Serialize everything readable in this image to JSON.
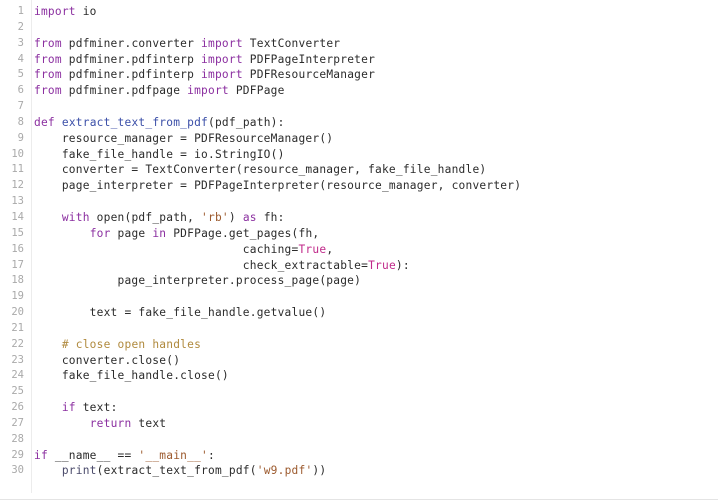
{
  "editor": {
    "language": "python",
    "total_lines": 30,
    "background": "#ffffff",
    "gutter_color": "#a9a9a9",
    "colors": {
      "keyword": "#8b2fa0",
      "function": "#3b4fa8",
      "builtin": "#4a4a6a",
      "string": "#9c5a2e",
      "comment": "#b08a3e",
      "constant": "#c02a8a",
      "plain": "#2b2b2b"
    }
  },
  "lines": [
    {
      "n": "1",
      "tokens": [
        {
          "t": "import",
          "c": "k"
        },
        {
          "t": " io",
          "c": "p"
        }
      ]
    },
    {
      "n": "2",
      "tokens": []
    },
    {
      "n": "3",
      "tokens": [
        {
          "t": "from",
          "c": "k"
        },
        {
          "t": " pdfminer.converter ",
          "c": "p"
        },
        {
          "t": "import",
          "c": "k"
        },
        {
          "t": " TextConverter",
          "c": "p"
        }
      ]
    },
    {
      "n": "4",
      "tokens": [
        {
          "t": "from",
          "c": "k"
        },
        {
          "t": " pdfminer.pdfinterp ",
          "c": "p"
        },
        {
          "t": "import",
          "c": "k"
        },
        {
          "t": " PDFPageInterpreter",
          "c": "p"
        }
      ]
    },
    {
      "n": "5",
      "tokens": [
        {
          "t": "from",
          "c": "k"
        },
        {
          "t": " pdfminer.pdfinterp ",
          "c": "p"
        },
        {
          "t": "import",
          "c": "k"
        },
        {
          "t": " PDFResourceManager",
          "c": "p"
        }
      ]
    },
    {
      "n": "6",
      "tokens": [
        {
          "t": "from",
          "c": "k"
        },
        {
          "t": " pdfminer.pdfpage ",
          "c": "p"
        },
        {
          "t": "import",
          "c": "k"
        },
        {
          "t": " PDFPage",
          "c": "p"
        }
      ]
    },
    {
      "n": "7",
      "tokens": []
    },
    {
      "n": "8",
      "tokens": [
        {
          "t": "def",
          "c": "k"
        },
        {
          "t": " ",
          "c": "p"
        },
        {
          "t": "extract_text_from_pdf",
          "c": "fn"
        },
        {
          "t": "(pdf_path):",
          "c": "p"
        }
      ]
    },
    {
      "n": "9",
      "tokens": [
        {
          "t": "    resource_manager = PDFResourceManager()",
          "c": "p"
        }
      ]
    },
    {
      "n": "10",
      "tokens": [
        {
          "t": "    fake_file_handle = io.StringIO()",
          "c": "p"
        }
      ]
    },
    {
      "n": "11",
      "tokens": [
        {
          "t": "    converter = TextConverter(resource_manager, fake_file_handle)",
          "c": "p"
        }
      ]
    },
    {
      "n": "12",
      "tokens": [
        {
          "t": "    page_interpreter = PDFPageInterpreter(resource_manager, converter)",
          "c": "p"
        }
      ]
    },
    {
      "n": "13",
      "tokens": []
    },
    {
      "n": "14",
      "tokens": [
        {
          "t": "    ",
          "c": "p"
        },
        {
          "t": "with",
          "c": "k"
        },
        {
          "t": " open(pdf_path, ",
          "c": "p"
        },
        {
          "t": "'rb'",
          "c": "s"
        },
        {
          "t": ") ",
          "c": "p"
        },
        {
          "t": "as",
          "c": "k"
        },
        {
          "t": " fh:",
          "c": "p"
        }
      ]
    },
    {
      "n": "15",
      "tokens": [
        {
          "t": "        ",
          "c": "p"
        },
        {
          "t": "for",
          "c": "k"
        },
        {
          "t": " page ",
          "c": "p"
        },
        {
          "t": "in",
          "c": "k"
        },
        {
          "t": " PDFPage.get_pages(fh,",
          "c": "p"
        }
      ]
    },
    {
      "n": "16",
      "tokens": [
        {
          "t": "                              caching=",
          "c": "p"
        },
        {
          "t": "True",
          "c": "cn"
        },
        {
          "t": ",",
          "c": "p"
        }
      ]
    },
    {
      "n": "17",
      "tokens": [
        {
          "t": "                              check_extractable=",
          "c": "p"
        },
        {
          "t": "True",
          "c": "cn"
        },
        {
          "t": "):",
          "c": "p"
        }
      ]
    },
    {
      "n": "18",
      "tokens": [
        {
          "t": "            page_interpreter.process_page(page)",
          "c": "p"
        }
      ]
    },
    {
      "n": "19",
      "tokens": []
    },
    {
      "n": "20",
      "tokens": [
        {
          "t": "        text = fake_file_handle.getvalue()",
          "c": "p"
        }
      ]
    },
    {
      "n": "21",
      "tokens": []
    },
    {
      "n": "22",
      "tokens": [
        {
          "t": "    ",
          "c": "p"
        },
        {
          "t": "# close open handles",
          "c": "c"
        }
      ]
    },
    {
      "n": "23",
      "tokens": [
        {
          "t": "    converter.close()",
          "c": "p"
        }
      ]
    },
    {
      "n": "24",
      "tokens": [
        {
          "t": "    fake_file_handle.close()",
          "c": "p"
        }
      ]
    },
    {
      "n": "25",
      "tokens": []
    },
    {
      "n": "26",
      "tokens": [
        {
          "t": "    ",
          "c": "p"
        },
        {
          "t": "if",
          "c": "k"
        },
        {
          "t": " text:",
          "c": "p"
        }
      ]
    },
    {
      "n": "27",
      "tokens": [
        {
          "t": "        ",
          "c": "p"
        },
        {
          "t": "return",
          "c": "k"
        },
        {
          "t": " text",
          "c": "p"
        }
      ]
    },
    {
      "n": "28",
      "tokens": []
    },
    {
      "n": "29",
      "tokens": [
        {
          "t": "if",
          "c": "k"
        },
        {
          "t": " __name__ == ",
          "c": "p"
        },
        {
          "t": "'__main__'",
          "c": "s"
        },
        {
          "t": ":",
          "c": "p"
        }
      ]
    },
    {
      "n": "30",
      "tokens": [
        {
          "t": "    ",
          "c": "p"
        },
        {
          "t": "print",
          "c": "bi"
        },
        {
          "t": "(extract_text_from_pdf(",
          "c": "p"
        },
        {
          "t": "'w9.pdf'",
          "c": "s"
        },
        {
          "t": "))",
          "c": "p"
        }
      ]
    }
  ]
}
